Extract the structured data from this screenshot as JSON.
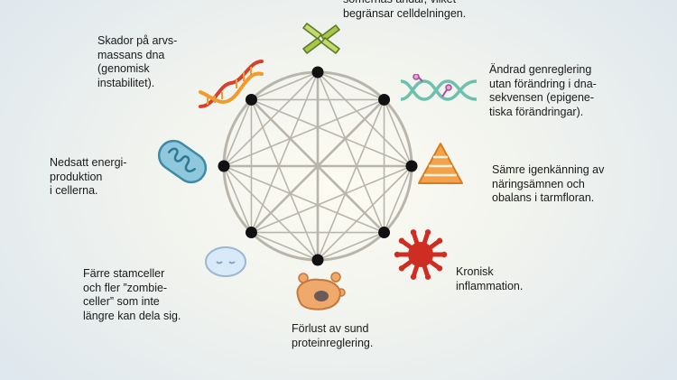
{
  "hallmarks": [
    {
      "id": "telomeres",
      "text": "somernas ändar, vilket\nbegränsar celldelningen."
    },
    {
      "id": "genomic-instability",
      "text": "Skador på arvs-\nmassans dna\n(genomisk\ninstabilitet)."
    },
    {
      "id": "epigenetic",
      "text": "Ändrad genreglering\nutan förändring i dna-\nsekvensen (epigene-\ntiska förändringar)."
    },
    {
      "id": "mitochondria",
      "text": "Nedsatt energi-\nproduktion\ni cellerna."
    },
    {
      "id": "nutrient-sensing",
      "text": "Sämre igenkänning av\nnäringsämnen och\nobalans i tarmfloran."
    },
    {
      "id": "inflammation",
      "text": "Kronisk\ninflammation."
    },
    {
      "id": "stem-cells",
      "text": "Färre stamceller\noch fler ”zombie-\nceller” som inte\nlängre kan dela sig."
    },
    {
      "id": "proteostasis",
      "text": "Förlust av sund\nproteinreglering."
    }
  ],
  "colors": {
    "circle": "#b9b5aa",
    "node": "#111111",
    "dna_red": "#d8402e",
    "dna_orange": "#f29b2c",
    "chromosome": "#a8c64a",
    "epigenetic_dna": "#6cc0ad",
    "epigenetic_mark": "#a44f9a",
    "mitochondrion": "#8fc8dc",
    "pyramid": "#f4a24a",
    "inflammation": "#cf2c22",
    "protein_cell": "#f0a96d",
    "stem_cell": "#d8e9f7"
  },
  "icons": [
    "chromosome-icon",
    "dna-helix-icon",
    "epigenetic-dna-icon",
    "mitochondrion-icon",
    "food-pyramid-icon",
    "inflammation-icon",
    "stem-cell-icon",
    "protein-cell-icon"
  ]
}
